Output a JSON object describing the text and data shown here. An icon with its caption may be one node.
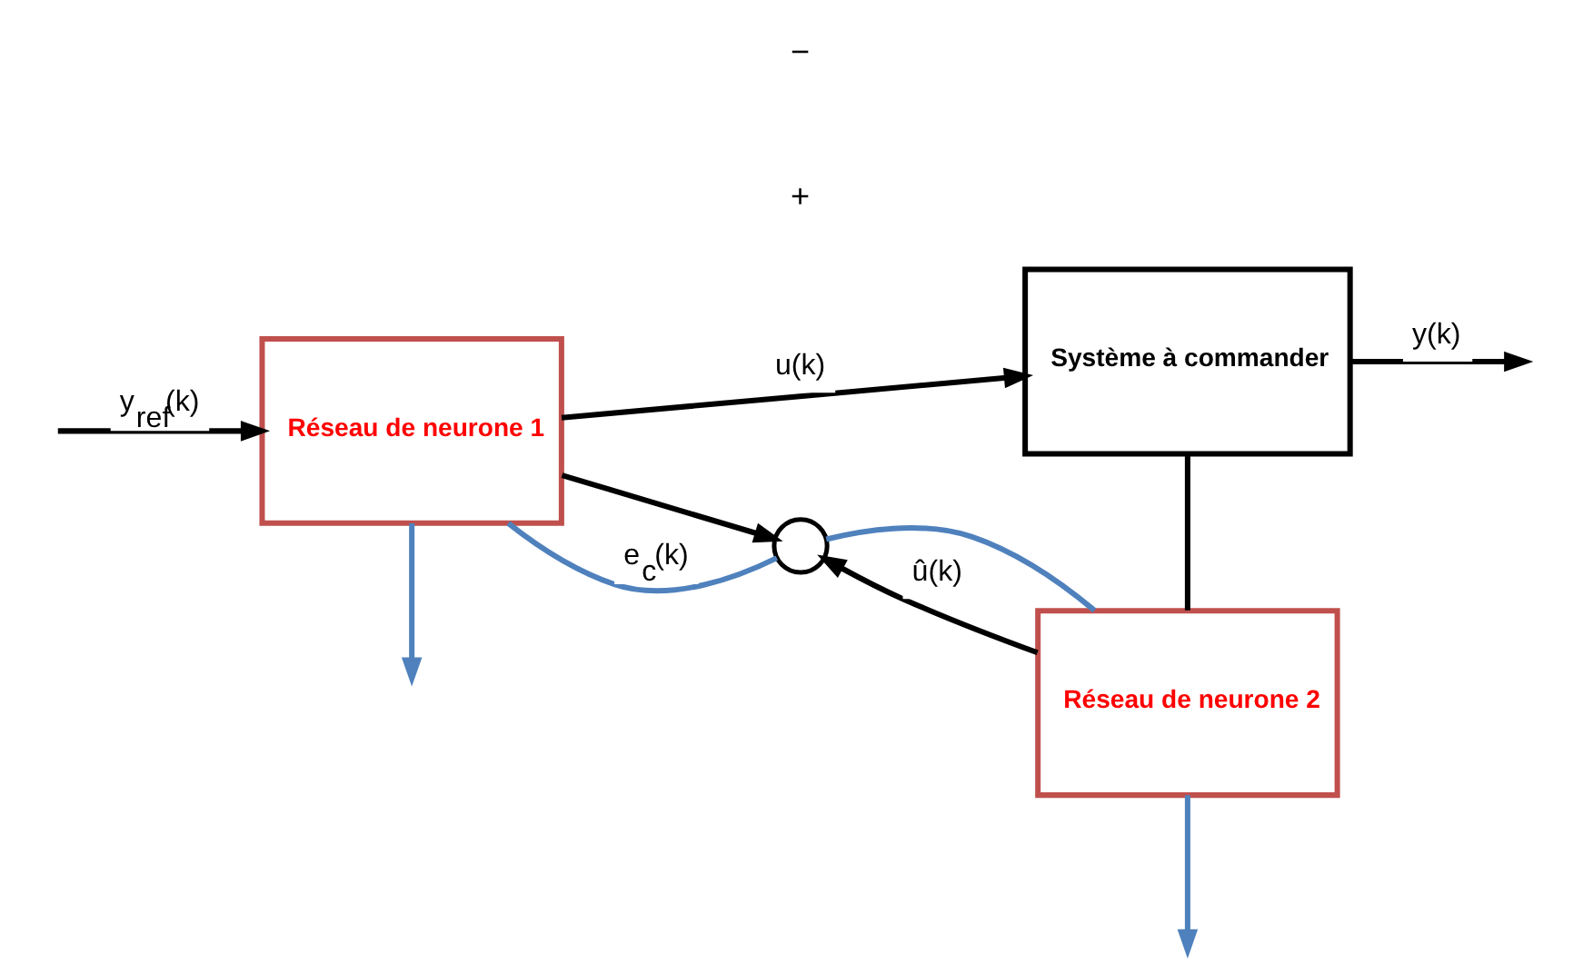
{
  "diagram": {
    "nodes": [
      {
        "text": [
          "Réseau de neurone 1"
        ]
      },
      {
        "text": [
          "Système à commander"
        ]
      },
      {
        "text": [],
        "shape": "circle"
      },
      {
        "text": [
          "Réseau de neurone 2"
        ]
      }
    ],
    "edges": [
      {
        "from": null,
        "to": 0,
        "arrow": "to",
        "label": "y$_{ref}$(k)"
      },
      {
        "from": 0,
        "to": 1,
        "arrow": "to",
        "label": "u(k)"
      },
      {
        "from": 0,
        "to": 2,
        "arrow": "to"
      },
      {
        "from": 1,
        "to": null,
        "arrow": "to",
        "label": "y(k)"
      },
      {
        "from": 1,
        "to": 3,
        "arrow": "none"
      },
      {
        "from": 3,
        "to": 2,
        "arrow": "to",
        "label": "û(k)"
      },
      {
        "from": 2,
        "to": 0,
        "arrow": "none",
        "color": "#4f81bd",
        "label": "e$_{c}$(k)"
      },
      {
        "from": 2,
        "to": 3,
        "arrow": "none",
        "color": "#4f81bd"
      },
      {
        "from": 0,
        "to": null,
        "arrow": "to",
        "color": "#4f81bd"
      },
      {
        "from": 3,
        "to": null,
        "arrow": "to",
        "color": "#4f81bd"
      }
    ],
    "labels": [
      "+",
      "−"
    ]
  }
}
